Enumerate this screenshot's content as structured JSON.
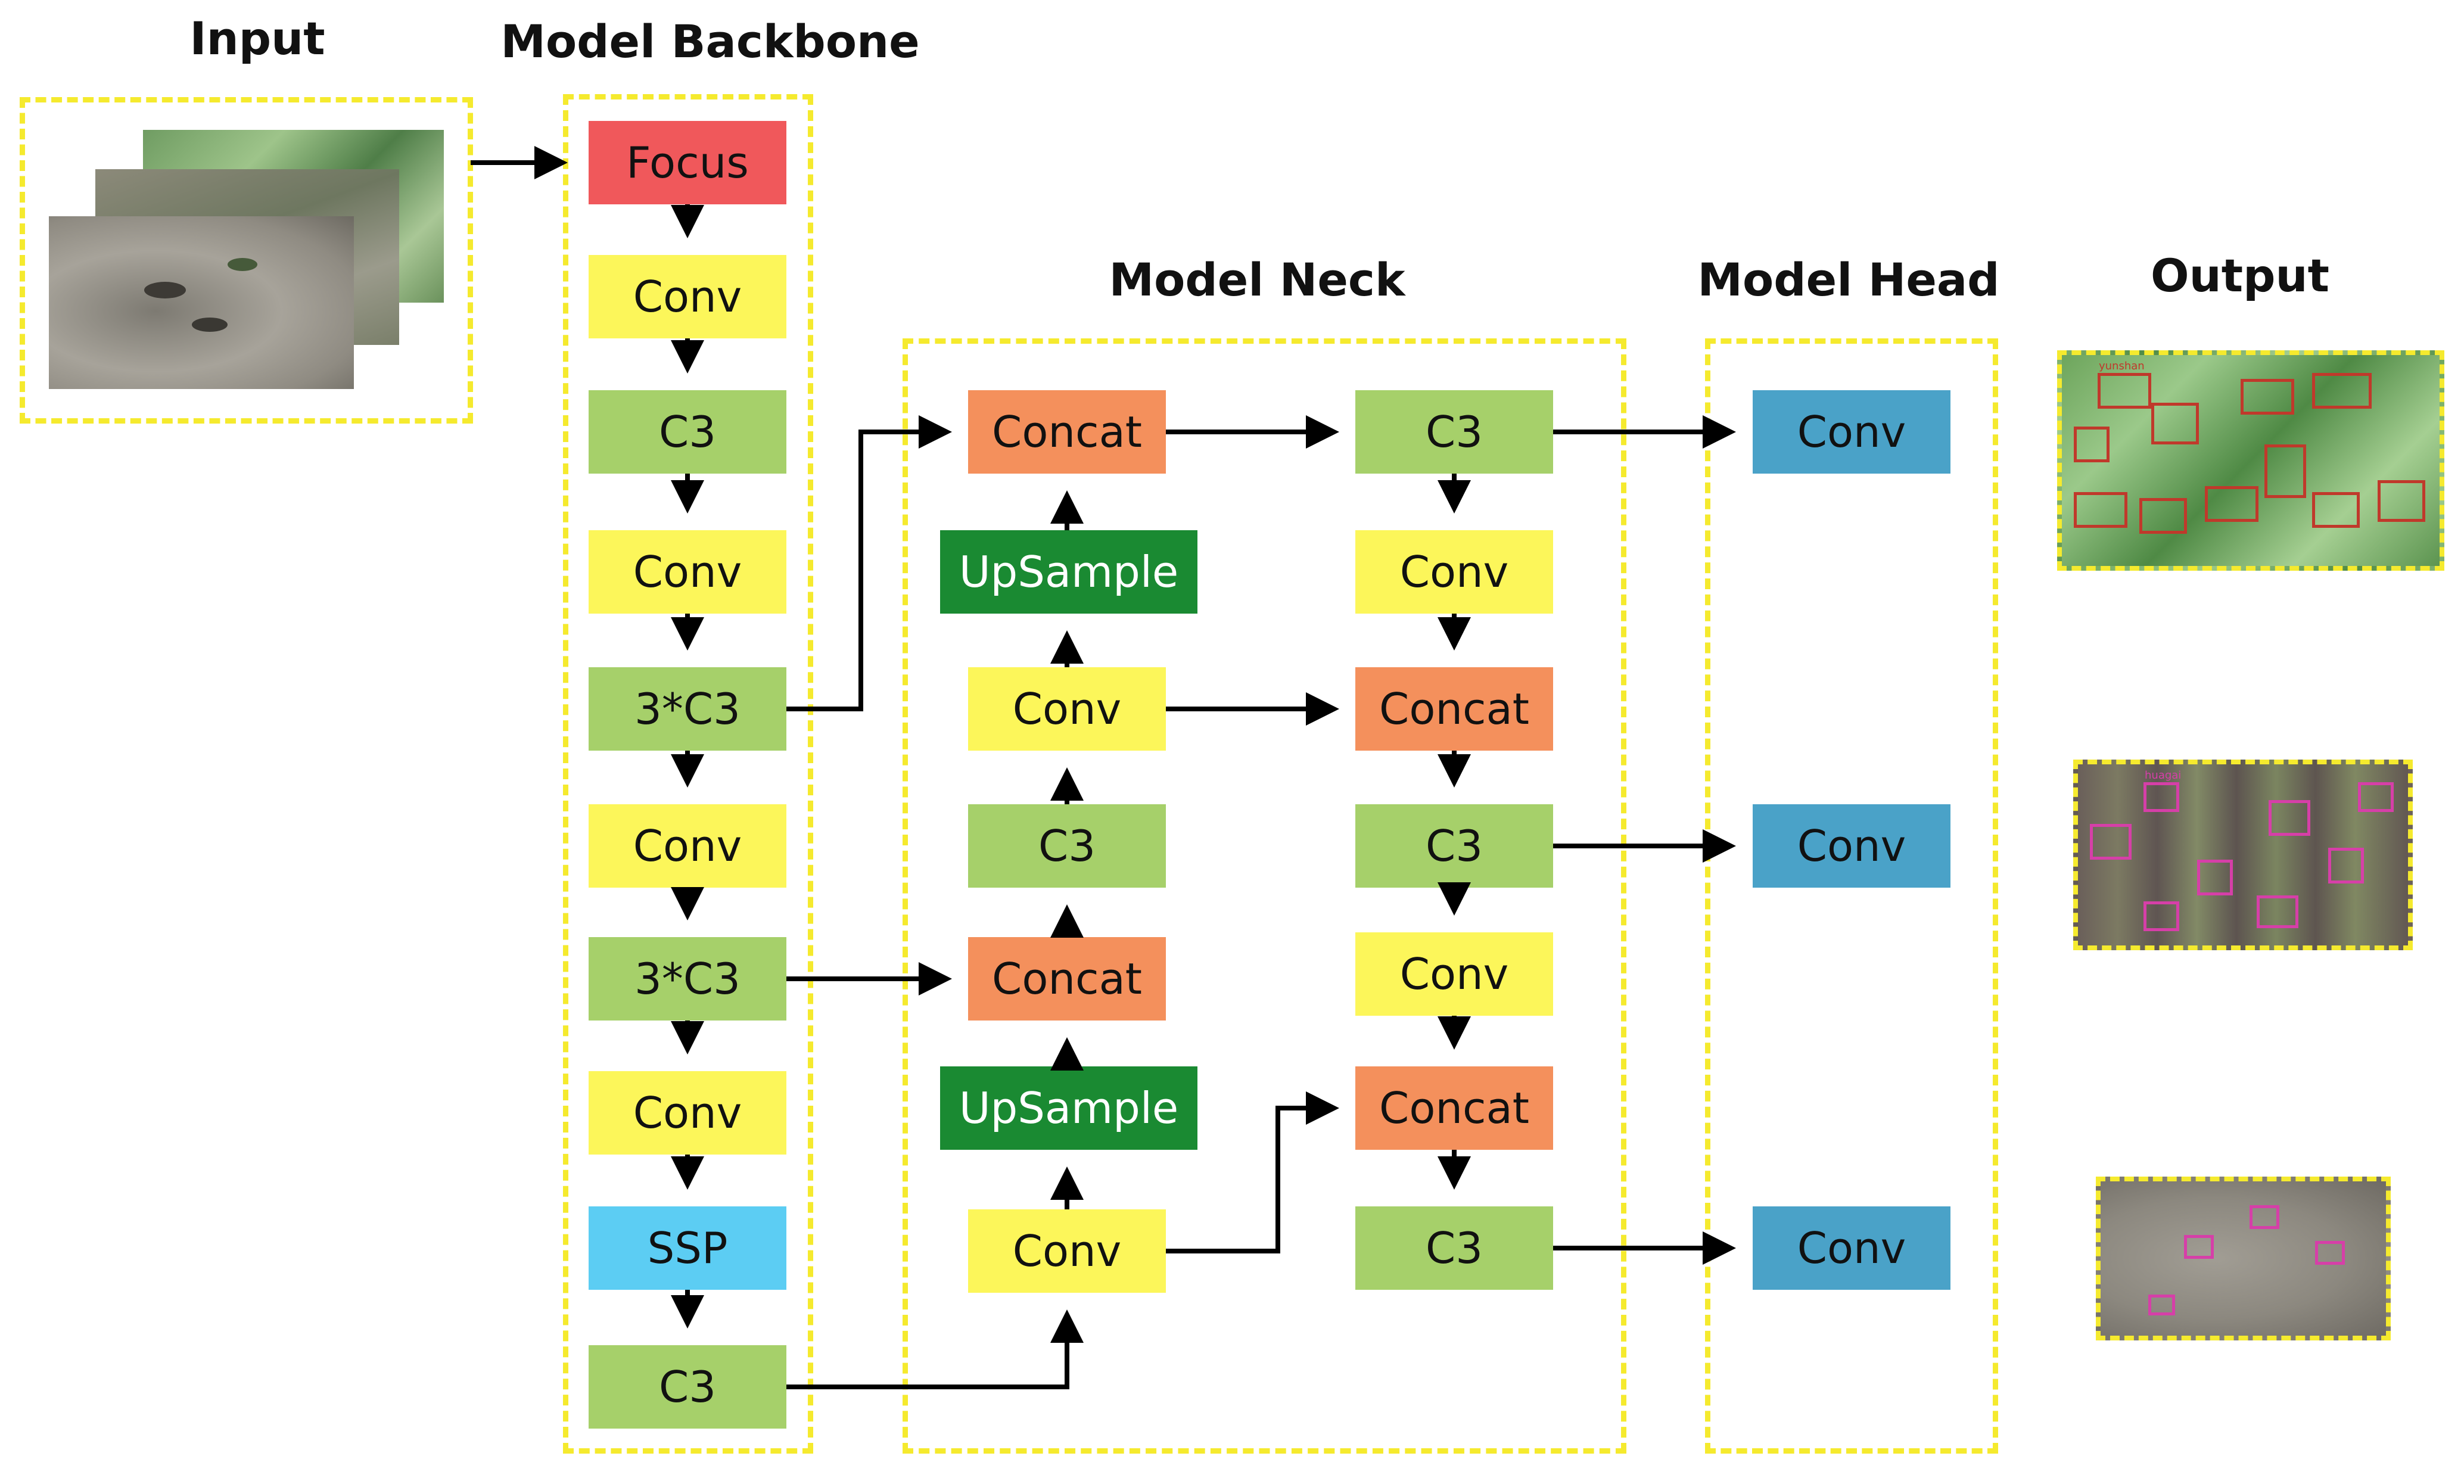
{
  "titles": {
    "input": "Input",
    "backbone": "Model Backbone",
    "neck": "Model Neck",
    "head": "Model Head",
    "output": "Output"
  },
  "colors": {
    "focus": "#f0585b",
    "conv": "#fcf65a",
    "c3": "#a6d06a",
    "ssp": "#5ccdf3",
    "concat": "#f4905c",
    "upsample": "#1a8a32",
    "head_conv": "#4aa2c8",
    "dashed_frame": "#f5ea2e"
  },
  "backbone": [
    {
      "id": "focus",
      "label": "Focus"
    },
    {
      "id": "conv1",
      "label": "Conv"
    },
    {
      "id": "c3-1",
      "label": "C3"
    },
    {
      "id": "conv2",
      "label": "Conv"
    },
    {
      "id": "c3x3-1",
      "label": "3*C3"
    },
    {
      "id": "conv3",
      "label": "Conv"
    },
    {
      "id": "c3x3-2",
      "label": "3*C3"
    },
    {
      "id": "conv4",
      "label": "Conv"
    },
    {
      "id": "ssp",
      "label": "SSP"
    },
    {
      "id": "c3-2",
      "label": "C3"
    }
  ],
  "neck_left": [
    {
      "id": "concat-a",
      "label": "Concat"
    },
    {
      "id": "upsample-a",
      "label": "UpSample"
    },
    {
      "id": "conv-a",
      "label": "Conv"
    },
    {
      "id": "c3-a",
      "label": "C3"
    },
    {
      "id": "concat-b",
      "label": "Concat"
    },
    {
      "id": "upsample-b",
      "label": "UpSample"
    },
    {
      "id": "conv-b",
      "label": "Conv"
    }
  ],
  "neck_right": [
    {
      "id": "c3-r1",
      "label": "C3"
    },
    {
      "id": "conv-r1",
      "label": "Conv"
    },
    {
      "id": "concat-r1",
      "label": "Concat"
    },
    {
      "id": "c3-r2",
      "label": "C3"
    },
    {
      "id": "conv-r2",
      "label": "Conv"
    },
    {
      "id": "concat-r2",
      "label": "Concat"
    },
    {
      "id": "c3-r3",
      "label": "C3"
    }
  ],
  "head": [
    {
      "id": "head-conv-1",
      "label": "Conv"
    },
    {
      "id": "head-conv-2",
      "label": "Conv"
    },
    {
      "id": "head-conv-3",
      "label": "Conv"
    }
  ],
  "detection_labels": {
    "top": "yunshan",
    "middle": "huagai"
  }
}
